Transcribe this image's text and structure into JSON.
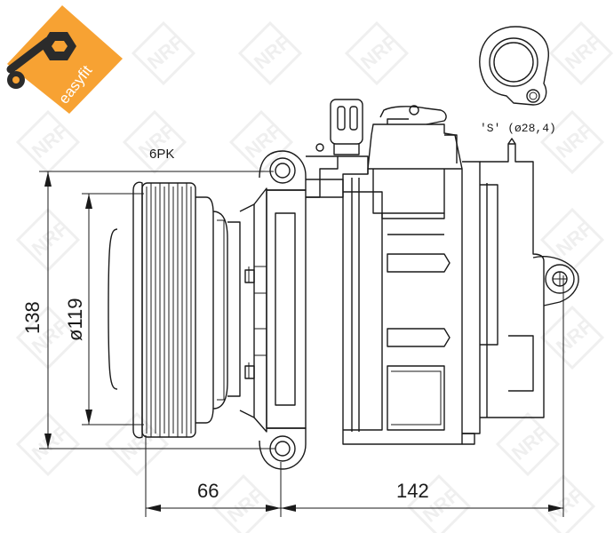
{
  "badge": {
    "label": "easyfit",
    "color": "#f7a233"
  },
  "watermark": {
    "text": "NRF"
  },
  "labels": {
    "belt": "6PK",
    "port_label": "'S'  (ø28,4)",
    "height": "138",
    "pulley_diameter": "ø119",
    "depth_front": "66",
    "depth_total": "142"
  },
  "icons": [
    "wrench-icon",
    "electrical-connector-icon",
    "suction-port-icon"
  ]
}
